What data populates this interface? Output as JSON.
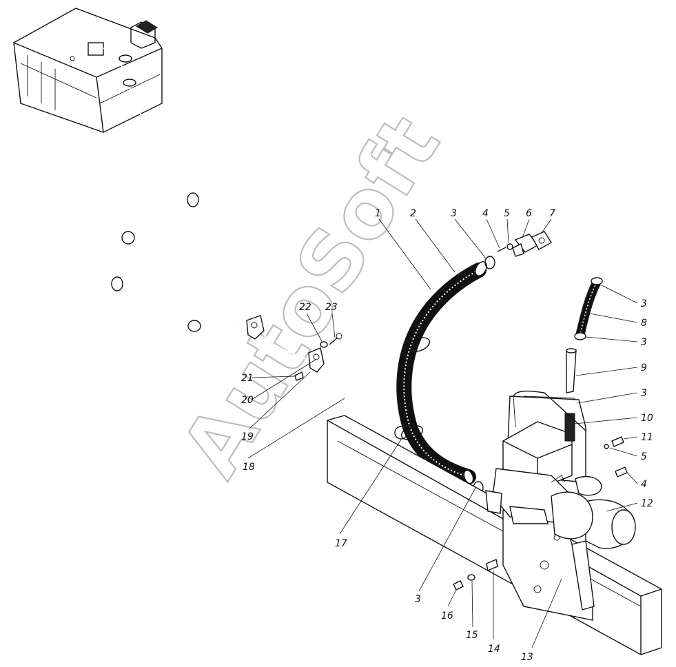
{
  "watermark": "AutoSoft",
  "callouts": [
    {
      "id": "c1",
      "text": "1"
    },
    {
      "id": "c2",
      "text": "2"
    },
    {
      "id": "c3a",
      "text": "3"
    },
    {
      "id": "c4a",
      "text": "4"
    },
    {
      "id": "c5a",
      "text": "5"
    },
    {
      "id": "c6",
      "text": "6"
    },
    {
      "id": "c7",
      "text": "7"
    },
    {
      "id": "c3b",
      "text": "3"
    },
    {
      "id": "c8",
      "text": "8"
    },
    {
      "id": "c3c",
      "text": "3"
    },
    {
      "id": "c9",
      "text": "9"
    },
    {
      "id": "c3d",
      "text": "3"
    },
    {
      "id": "c10",
      "text": "10"
    },
    {
      "id": "c11",
      "text": "11"
    },
    {
      "id": "c5b",
      "text": "5"
    },
    {
      "id": "c4b",
      "text": "4"
    },
    {
      "id": "c12",
      "text": "12"
    },
    {
      "id": "c13",
      "text": "13"
    },
    {
      "id": "c14",
      "text": "14"
    },
    {
      "id": "c15",
      "text": "15"
    },
    {
      "id": "c16",
      "text": "16"
    },
    {
      "id": "c3e",
      "text": "3"
    },
    {
      "id": "c17",
      "text": "17"
    },
    {
      "id": "c18",
      "text": "18"
    },
    {
      "id": "c19",
      "text": "19"
    },
    {
      "id": "c20",
      "text": "20"
    },
    {
      "id": "c21",
      "text": "21"
    },
    {
      "id": "c22",
      "text": "22"
    },
    {
      "id": "c23",
      "text": "23"
    }
  ]
}
